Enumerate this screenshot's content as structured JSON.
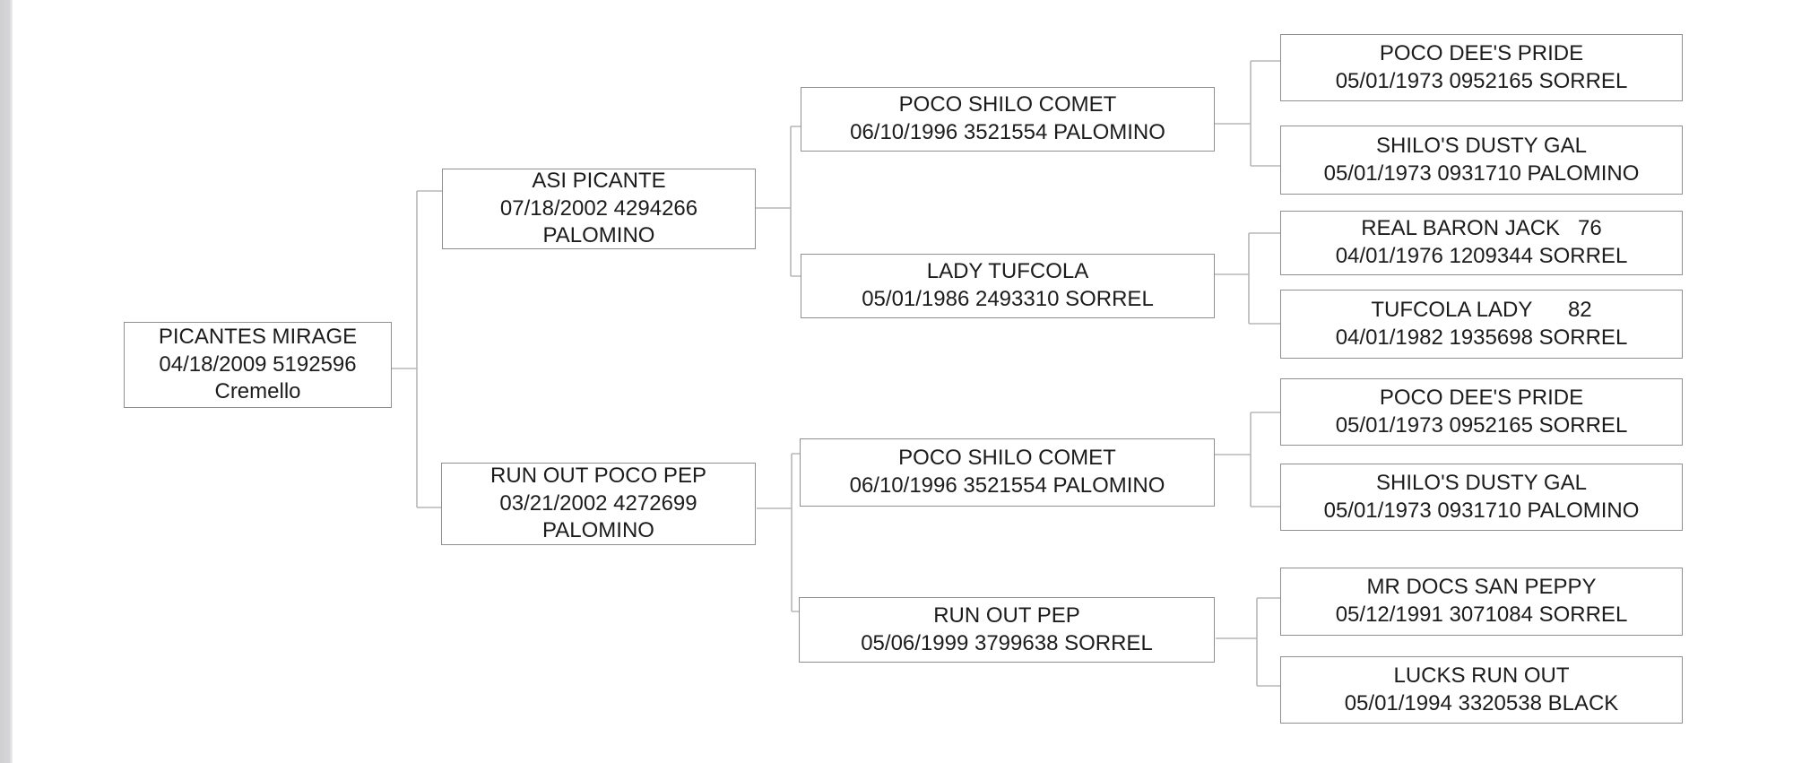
{
  "diagram": {
    "type": "pedigree-tree",
    "generations": 4,
    "colors": {
      "background": "#ffffff",
      "box_border": "#8f8f91",
      "connector_line": "#b7b7b9",
      "text": "#1c1c1c",
      "left_edge_strip": "#d4d4d6"
    },
    "nodes": [
      {
        "id": "subject",
        "lines": [
          "PICANTES MIRAGE",
          "04/18/2009 5192596",
          "Cremello"
        ]
      },
      {
        "id": "sire",
        "lines": [
          "ASI PICANTE",
          "07/18/2002 4294266",
          "PALOMINO"
        ]
      },
      {
        "id": "dam",
        "lines": [
          "RUN OUT POCO PEP",
          "03/21/2002 4272699",
          "PALOMINO"
        ]
      },
      {
        "id": "sire-sire",
        "lines": [
          "POCO SHILO COMET",
          "06/10/1996 3521554 PALOMINO"
        ]
      },
      {
        "id": "sire-dam",
        "lines": [
          "LADY TUFCOLA",
          "05/01/1986 2493310 SORREL"
        ]
      },
      {
        "id": "dam-sire",
        "lines": [
          "POCO SHILO COMET",
          "06/10/1996 3521554 PALOMINO"
        ]
      },
      {
        "id": "dam-dam",
        "lines": [
          "RUN OUT PEP",
          "05/06/1999 3799638 SORREL"
        ]
      },
      {
        "id": "sire-sire-sire",
        "lines": [
          "POCO DEE'S PRIDE",
          "05/01/1973 0952165 SORREL"
        ]
      },
      {
        "id": "sire-sire-dam",
        "lines": [
          "SHILO'S DUSTY GAL",
          "05/01/1973 0931710 PALOMINO"
        ]
      },
      {
        "id": "sire-dam-sire",
        "lines": [
          "REAL BARON JACK   76",
          "04/01/1976 1209344 SORREL"
        ]
      },
      {
        "id": "sire-dam-dam",
        "lines": [
          "TUFCOLA LADY      82",
          "04/01/1982 1935698 SORREL"
        ]
      },
      {
        "id": "dam-sire-sire",
        "lines": [
          "POCO DEE'S PRIDE",
          "05/01/1973 0952165 SORREL"
        ]
      },
      {
        "id": "dam-sire-dam",
        "lines": [
          "SHILO'S DUSTY GAL",
          "05/01/1973 0931710 PALOMINO"
        ]
      },
      {
        "id": "dam-dam-sire",
        "lines": [
          "MR DOCS SAN PEPPY",
          "05/12/1991 3071084 SORREL"
        ]
      },
      {
        "id": "dam-dam-dam",
        "lines": [
          "LUCKS RUN OUT",
          "05/01/1994 3320538 BLACK"
        ]
      }
    ]
  }
}
